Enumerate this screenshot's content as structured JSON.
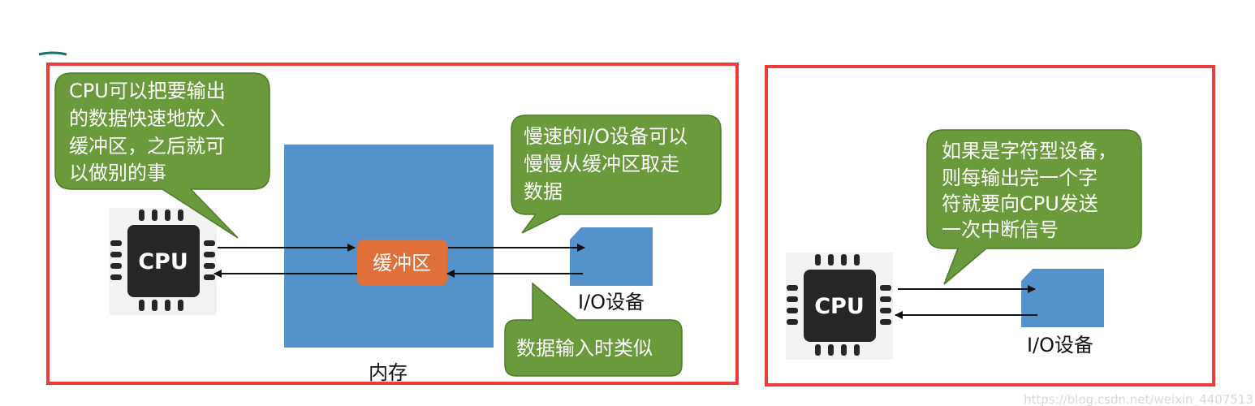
{
  "colors": {
    "frame": "#ee3b3b",
    "memory": "#5592cc",
    "buffer": "#e0703a",
    "bubble": "#6a9a3c",
    "chip": "#262626",
    "device": "#5592cc"
  },
  "left_panel": {
    "cpu_label": "CPU",
    "memory_label": "内存",
    "buffer_label": "缓冲区",
    "device_label": "I/O设备",
    "callout_cpu": [
      "CPU可以把要输出",
      "的数据快速地放入",
      "缓冲区，之后就可",
      "以做别的事"
    ],
    "callout_device": [
      "慢速的I/O设备可以",
      "慢慢从缓冲区取走",
      "数据"
    ],
    "callout_input": [
      "数据输入时类似"
    ]
  },
  "right_panel": {
    "cpu_label": "CPU",
    "device_label": "I/O设备",
    "callout_char": [
      "如果是字符型设备，",
      "则每输出完一个字",
      "符就要向CPU发送",
      "一次中断信号"
    ]
  },
  "watermark": "https://blog.csdn.net/weixin_4407513"
}
